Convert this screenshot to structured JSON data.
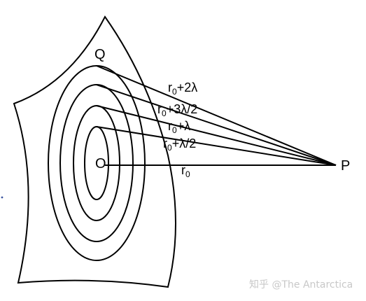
{
  "points": {
    "q": "Q",
    "o": "O",
    "p": "P"
  },
  "paths": [
    {
      "base": "r",
      "sub": "0",
      "suffix": "+2λ"
    },
    {
      "base": "r",
      "sub": "0",
      "suffix": "+3λ/2"
    },
    {
      "base": "r",
      "sub": "0",
      "suffix": "+λ"
    },
    {
      "base": "r",
      "sub": "0",
      "suffix": "+λ/2"
    },
    {
      "base": "r",
      "sub": "0",
      "suffix": ""
    }
  ],
  "watermark": "知乎 @The Antarctica",
  "colors": {
    "stroke": "#000000",
    "watermark": "#c8c8c8",
    "stray_mark": "#3b55a0"
  }
}
